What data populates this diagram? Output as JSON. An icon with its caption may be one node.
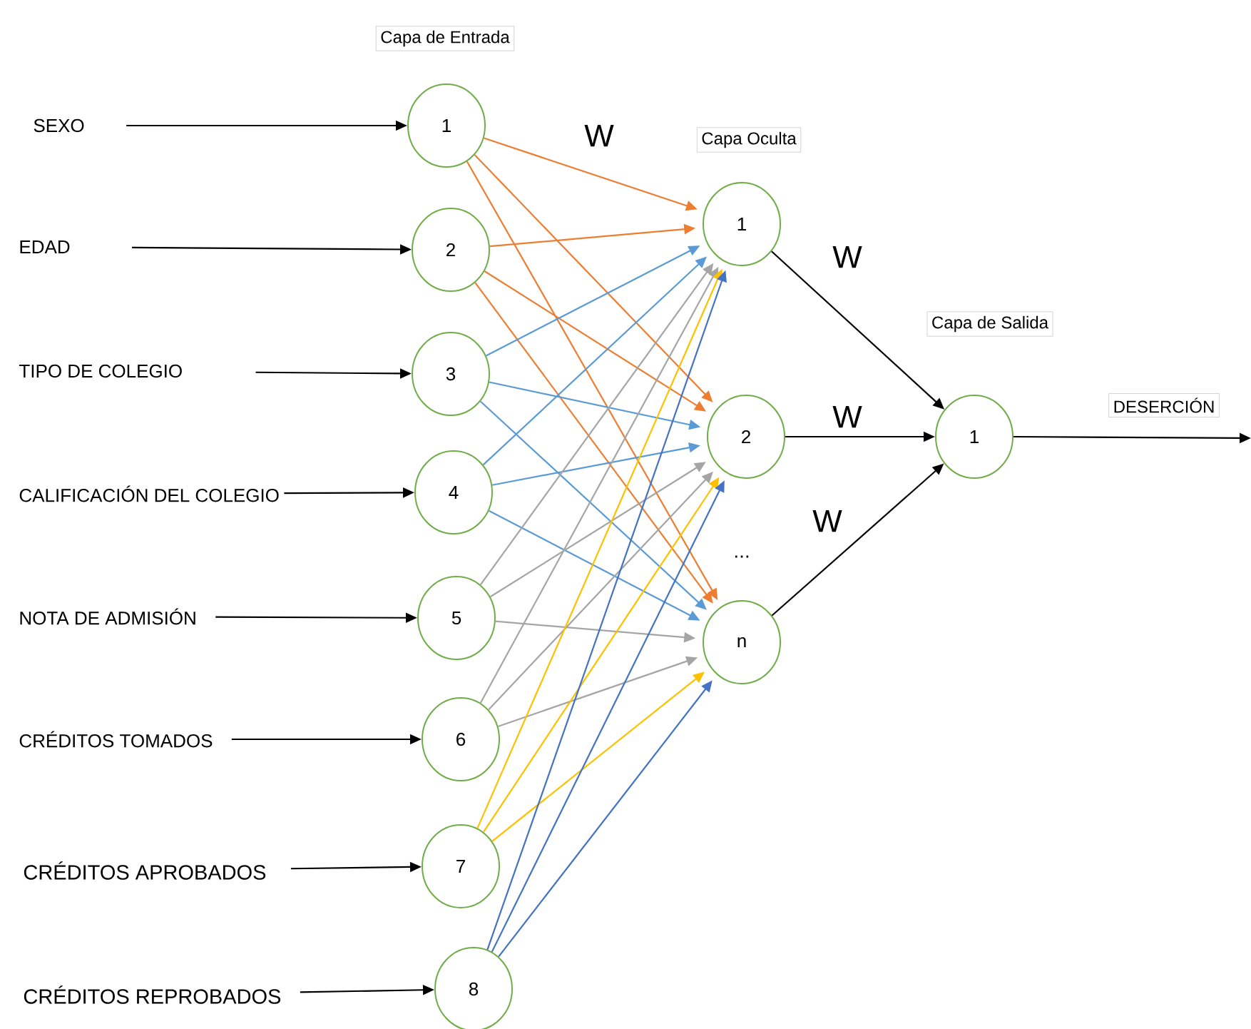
{
  "diagram": {
    "nodes": [
      {
        "text": [
          "Capa de Entrada"
        ]
      },
      {
        "text": [
          "SEXO"
        ]
      },
      {
        "text": [
          "EDAD"
        ]
      },
      {
        "text": [
          "TIPO DE COLEGIO"
        ]
      },
      {
        "text": [
          "CALIFICACIÓN DEL COLEGIO"
        ]
      },
      {
        "text": [
          "NOTA DE ADMISIÓN"
        ]
      },
      {
        "text": [
          "CRÉDITOS TOMADOS"
        ]
      },
      {
        "text": [
          "CRÉDITOS APROBADOS"
        ]
      },
      {
        "text": [
          "CRÉDITOS REPROBADOS"
        ]
      },
      {
        "text": [
          "1"
        ]
      },
      {
        "text": [
          "2"
        ]
      },
      {
        "text": [
          "3"
        ]
      },
      {
        "text": [
          "4"
        ]
      },
      {
        "text": [
          "5"
        ]
      },
      {
        "text": [
          "6"
        ]
      },
      {
        "text": [
          "7"
        ]
      },
      {
        "text": [
          "8"
        ]
      },
      {
        "text": [
          "Capa Oculta"
        ]
      },
      {
        "text": [
          "1"
        ]
      },
      {
        "text": [
          "2"
        ]
      },
      {
        "text": [
          "n"
        ]
      },
      {
        "text": [
          "Capa de Salida"
        ]
      },
      {
        "text": [
          "1"
        ]
      },
      {
        "text": [
          "DESERCIÓN"
        ]
      }
    ],
    "edges": [
      {
        "from": 1,
        "to": 9,
        "arrow": "to"
      },
      {
        "from": 2,
        "to": 10,
        "arrow": "to"
      },
      {
        "from": 3,
        "to": 11,
        "arrow": "to"
      },
      {
        "from": 4,
        "to": 12,
        "arrow": "to"
      },
      {
        "from": 5,
        "to": 13,
        "arrow": "to"
      },
      {
        "from": 6,
        "to": 14,
        "arrow": "to"
      },
      {
        "from": 7,
        "to": 15,
        "arrow": "to"
      },
      {
        "from": 8,
        "to": 16,
        "arrow": "to"
      },
      {
        "from": 9,
        "to": 18,
        "arrow": "to",
        "color": "#ed7d31"
      },
      {
        "from": 9,
        "to": 19,
        "arrow": "to",
        "color": "#ed7d31"
      },
      {
        "from": 9,
        "to": 20,
        "arrow": "to",
        "color": "#ed7d31"
      },
      {
        "from": 10,
        "to": 18,
        "arrow": "to",
        "color": "#ed7d31"
      },
      {
        "from": 10,
        "to": 19,
        "arrow": "to",
        "color": "#ed7d31"
      },
      {
        "from": 10,
        "to": 20,
        "arrow": "to",
        "color": "#ed7d31"
      },
      {
        "from": 11,
        "to": 18,
        "arrow": "to",
        "color": "#5b9bd5"
      },
      {
        "from": 11,
        "to": 19,
        "arrow": "to",
        "color": "#5b9bd5"
      },
      {
        "from": 11,
        "to": 20,
        "arrow": "to",
        "color": "#5b9bd5"
      },
      {
        "from": 12,
        "to": 18,
        "arrow": "to",
        "color": "#5b9bd5"
      },
      {
        "from": 12,
        "to": 19,
        "arrow": "to",
        "color": "#5b9bd5"
      },
      {
        "from": 12,
        "to": 20,
        "arrow": "to",
        "color": "#5b9bd5"
      },
      {
        "from": 13,
        "to": 18,
        "arrow": "to",
        "color": "#a5a5a5"
      },
      {
        "from": 13,
        "to": 19,
        "arrow": "to",
        "color": "#a5a5a5"
      },
      {
        "from": 13,
        "to": 20,
        "arrow": "to",
        "color": "#a5a5a5"
      },
      {
        "from": 14,
        "to": 18,
        "arrow": "to",
        "color": "#a5a5a5"
      },
      {
        "from": 14,
        "to": 19,
        "arrow": "to",
        "color": "#a5a5a5"
      },
      {
        "from": 14,
        "to": 20,
        "arrow": "to",
        "color": "#a5a5a5"
      },
      {
        "from": 15,
        "to": 18,
        "arrow": "to",
        "color": "#ffc000"
      },
      {
        "from": 15,
        "to": 19,
        "arrow": "to",
        "color": "#ffc000"
      },
      {
        "from": 15,
        "to": 20,
        "arrow": "to",
        "color": "#ffc000"
      },
      {
        "from": 16,
        "to": 18,
        "arrow": "to",
        "color": "#4472c4"
      },
      {
        "from": 16,
        "to": 19,
        "arrow": "to",
        "color": "#4472c4"
      },
      {
        "from": 16,
        "to": 20,
        "arrow": "to",
        "color": "#4472c4"
      },
      {
        "from": 18,
        "to": 22,
        "arrow": "to"
      },
      {
        "from": 19,
        "to": 22,
        "arrow": "to"
      },
      {
        "from": 20,
        "to": 22,
        "arrow": "to"
      },
      {
        "from": 22,
        "to": null,
        "arrow": "to"
      }
    ],
    "labels": [
      "W",
      "W",
      "W",
      "W",
      "..."
    ]
  }
}
